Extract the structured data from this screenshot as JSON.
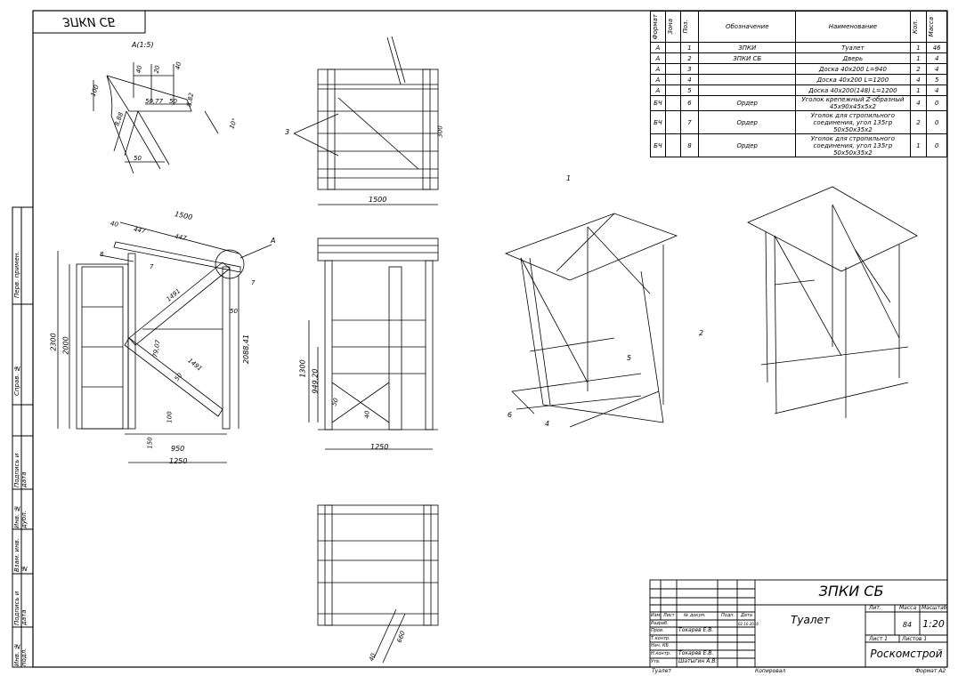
{
  "stamp": "ЗПКИ СБ",
  "side_labels": [
    "Перв. примен.",
    "Справ. №",
    "Подпись и дата",
    "Инв. № дубл.",
    "Взам. инв. №",
    "Подпись и дата",
    "Инв. № подл."
  ],
  "spec_table": {
    "headers": [
      "Формат",
      "Зона",
      "Поз.",
      "Обозначение",
      "Наименование",
      "Кол.",
      "Масса"
    ],
    "rows": [
      [
        "А",
        "",
        "1",
        "ЗПКИ",
        "Туалет",
        "1",
        "46"
      ],
      [
        "А",
        "",
        "2",
        "ЗПКИ СБ",
        "Дверь",
        "1",
        "4"
      ],
      [
        "А",
        "",
        "3",
        "",
        "Доска 40х200 L=940",
        "2",
        "4"
      ],
      [
        "А",
        "",
        "4",
        "",
        "Доска 40х200 L=1200",
        "4",
        "5"
      ],
      [
        "А",
        "",
        "5",
        "",
        "Доска 40х200(148) L=1200",
        "1",
        "4"
      ],
      [
        "БЧ",
        "",
        "6",
        "Ордер",
        "Уголок крепежный Z-образный 45х90х45х5х2",
        "4",
        "0"
      ],
      [
        "БЧ",
        "",
        "7",
        "Ордер",
        "Уголок для стропильного соединения, угол 135гр 50х50х35х2",
        "2",
        "0"
      ],
      [
        "БЧ",
        "",
        "8",
        "Ордер",
        "Уголок для стропильного соединения, угол 135гр 50х50х35х2",
        "1",
        "0"
      ]
    ]
  },
  "detail": {
    "label": "А(1:5)",
    "dims": [
      "40",
      "20",
      "40",
      "100",
      "50,77",
      "50",
      "8,82",
      "8,88",
      "10°",
      "50"
    ]
  },
  "front_view": {
    "dims": [
      "1500",
      "40",
      "447",
      "447",
      "8",
      "7",
      "7",
      "А",
      "1491",
      "1491",
      "50",
      "79,07",
      "50",
      "2300",
      "2000",
      "2088,41",
      "100",
      "150",
      "950",
      "1250"
    ]
  },
  "top_view": {
    "dims": [
      "3",
      "300",
      "1500"
    ]
  },
  "side_view": {
    "dims": [
      "1300",
      "949,20",
      "50",
      "40",
      "1250"
    ]
  },
  "bottom_view": {
    "dims": [
      "660",
      "40"
    ]
  },
  "iso_labels": [
    "1",
    "2",
    "5",
    "6",
    "4"
  ],
  "title_block": {
    "designation": "ЗПКИ СБ",
    "name": "Туалет",
    "col_lit": "Лит.",
    "col_mass": "Масса",
    "col_scale": "Масштаб",
    "mass": "84",
    "scale": "1:20",
    "sheet": "Лист 1",
    "sheets": "Листов 1",
    "company": "Роскомстрой",
    "head_cols": [
      "Изм.",
      "Лист",
      "№ докум.",
      "Подп.",
      "Дата"
    ],
    "roles": [
      "Разраб.",
      "Пров.",
      "Т.контр.",
      "Нач. КБ",
      "Н.контр.",
      "Утв."
    ],
    "persons": [
      "",
      "Токарев Е.В.",
      "",
      "",
      "Токарев Е.В.",
      "Шатыгин А.В."
    ],
    "date": "02.10.2016",
    "footer_left": "Туалет",
    "footer_copy": "Копировал",
    "footer_format": "Формат А2"
  }
}
